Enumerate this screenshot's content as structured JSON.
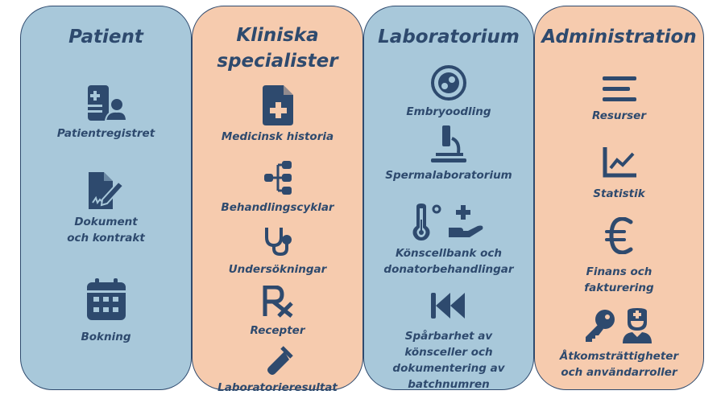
{
  "colors": {
    "blue": "#A8C8DA",
    "peach": "#F6CBAE",
    "text": "#2E4A6E"
  },
  "patient": {
    "title": "Patient",
    "items": [
      {
        "label": "Patientregistret",
        "icon": "patient-record-icon"
      },
      {
        "label": "Dokument\noch kontrakt",
        "icon": "document-sign-icon"
      },
      {
        "label": "Bokning",
        "icon": "calendar-icon"
      }
    ]
  },
  "clinical": {
    "title": "Kliniska\nspecialister",
    "items": [
      {
        "label": "Medicinsk historia",
        "icon": "medical-file-icon"
      },
      {
        "label": "Behandlingscyklar",
        "icon": "tree-icon"
      },
      {
        "label": "Undersökningar",
        "icon": "stethoscope-icon"
      },
      {
        "label": "Recepter",
        "icon": "prescription-icon"
      },
      {
        "label": "Laboratorieresultat",
        "icon": "test-tube-icon"
      }
    ]
  },
  "lab": {
    "title": "Laboratorium",
    "items": [
      {
        "label": "Embryoodling",
        "icon": "embryo-icon"
      },
      {
        "label": "Spermalaboratorium",
        "icon": "microscope-icon"
      },
      {
        "label": "Könscellbank och\ndonatorbehandlingar",
        "icon": "thermometer-donation-icon"
      },
      {
        "label": "Spårbarhet av\nkönsceller och\ndokumentering av\nbatchnumren",
        "icon": "backward-icon"
      }
    ]
  },
  "admin": {
    "title": "Administration",
    "items": [
      {
        "label": "Resurser",
        "icon": "bars-icon"
      },
      {
        "label": "Statistik",
        "icon": "chart-line-icon"
      },
      {
        "label": "Finans och\nfakturering",
        "icon": "euro-icon"
      },
      {
        "label": "Åtkomsträttigheter\noch användarroller",
        "icon": "key-user-icon"
      }
    ]
  }
}
